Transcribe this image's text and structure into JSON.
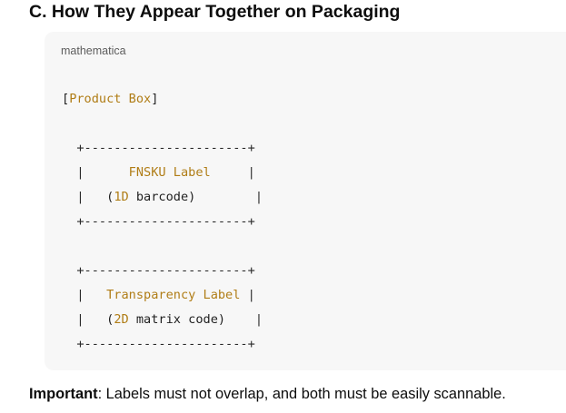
{
  "section": {
    "heading": "C. How They Appear Together on Packaging"
  },
  "code_block": {
    "language": "mathematica",
    "lines": [
      {
        "segments": [
          {
            "text": "[",
            "style": "plain"
          },
          {
            "text": "Product Box",
            "style": "label"
          },
          {
            "text": "]",
            "style": "plain"
          }
        ]
      },
      {
        "segments": []
      },
      {
        "segments": [
          {
            "text": "  +----------------------+",
            "style": "border"
          }
        ]
      },
      {
        "segments": [
          {
            "text": "  |",
            "style": "pipe"
          },
          {
            "text": "      FNSKU Label     ",
            "style": "label"
          },
          {
            "text": "|",
            "style": "pipe"
          }
        ]
      },
      {
        "segments": [
          {
            "text": "  |",
            "style": "pipe"
          },
          {
            "text": "   (",
            "style": "plain"
          },
          {
            "text": "1D",
            "style": "label"
          },
          {
            "text": " barcode)        ",
            "style": "plain"
          },
          {
            "text": "|",
            "style": "pipe"
          }
        ]
      },
      {
        "segments": [
          {
            "text": "  +----------------------+",
            "style": "border"
          }
        ]
      },
      {
        "segments": []
      },
      {
        "segments": [
          {
            "text": "  +----------------------+",
            "style": "border"
          }
        ]
      },
      {
        "segments": [
          {
            "text": "  |",
            "style": "pipe"
          },
          {
            "text": "   Transparency Label ",
            "style": "label"
          },
          {
            "text": "|",
            "style": "pipe"
          }
        ]
      },
      {
        "segments": [
          {
            "text": "  |",
            "style": "pipe"
          },
          {
            "text": "   (",
            "style": "plain"
          },
          {
            "text": "2D",
            "style": "label"
          },
          {
            "text": " matrix code)    ",
            "style": "plain"
          },
          {
            "text": "|",
            "style": "pipe"
          }
        ]
      },
      {
        "segments": [
          {
            "text": "  +----------------------+",
            "style": "border"
          }
        ]
      }
    ]
  },
  "note": {
    "bold": "Important",
    "rest": ": Labels must not overlap, and both must be easily scannable."
  },
  "colors": {
    "label_token": "#b07d16",
    "code_background": "#f7f7f7",
    "text": "#0d0d0d"
  }
}
